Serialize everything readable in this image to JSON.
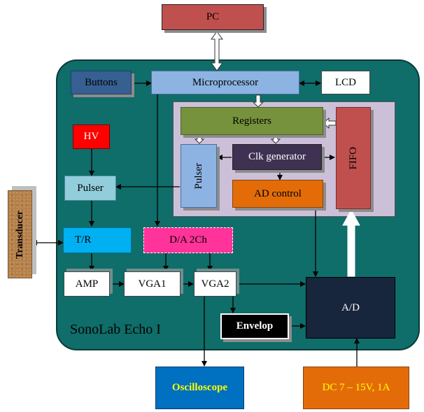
{
  "diagram": {
    "board_label": "SonoLab Echo I",
    "blocks": {
      "pc": "PC",
      "buttons": "Buttons",
      "microprocessor": "Microprocessor",
      "lcd": "LCD",
      "registers": "Registers",
      "fifo": "FIFO",
      "clk_generator": "Clk generator",
      "pulser_inner": "Pulser",
      "ad_control": "AD control",
      "hv": "HV",
      "pulser": "Pulser",
      "transducer": "Transducer",
      "tr": "T/R",
      "da_2ch": "D/A 2Ch",
      "amp": "AMP",
      "vga1": "VGA1",
      "vga2": "VGA2",
      "envelop": "Envelop",
      "ad": "A/D",
      "oscilloscope": "Oscilloscope",
      "dc_supply": "DC 7 – 15V, 1A"
    }
  }
}
